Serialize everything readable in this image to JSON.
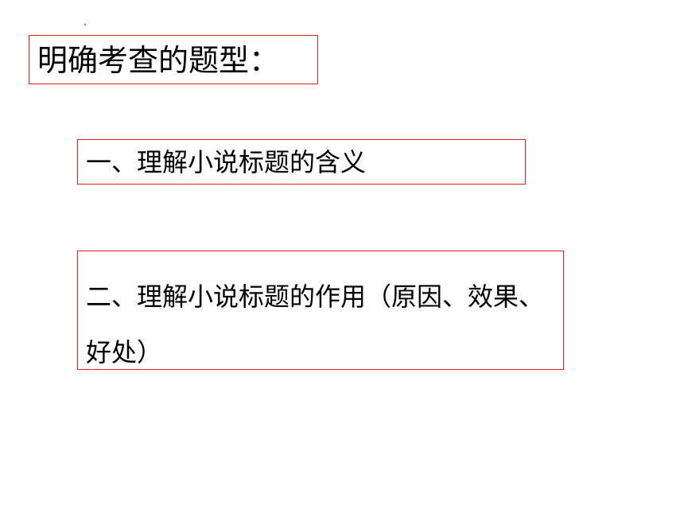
{
  "slide": {
    "title": "明确考查的题型：",
    "items": [
      {
        "text": "一、理解小说标题的含义"
      },
      {
        "text": "二、理解小说标题的作用（原因、效果、好处）"
      }
    ]
  },
  "colors": {
    "box_border": "#e02020",
    "text": "#000000",
    "background": "#ffffff"
  }
}
